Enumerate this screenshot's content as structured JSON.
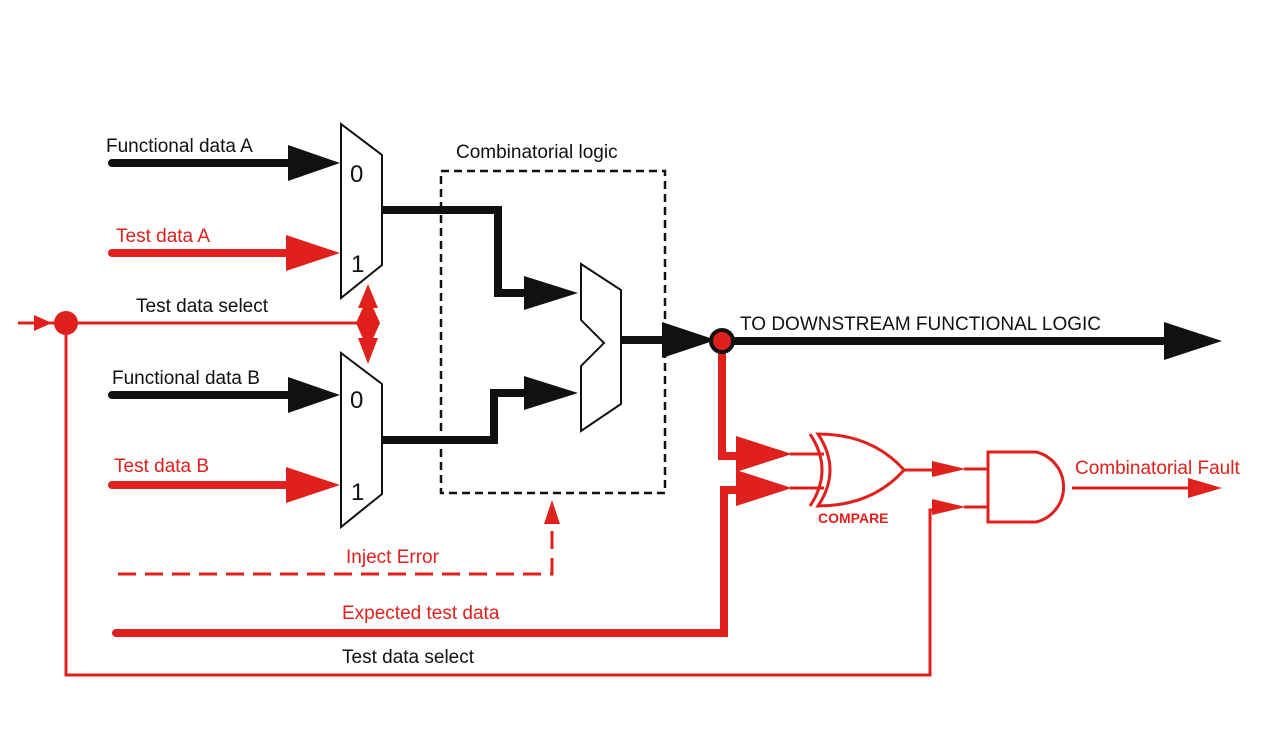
{
  "colors": {
    "functional": "#111111",
    "test": "#e0201c",
    "background": "#ffffff"
  },
  "labels": {
    "functional_data_a": "Functional data A",
    "test_data_a": "Test data A",
    "test_data_select_top": "Test data select",
    "functional_data_b": "Functional data B",
    "test_data_b": "Test data B",
    "combinatorial_logic": "Combinatorial logic",
    "downstream": "TO DOWNSTREAM FUNCTIONAL LOGIC",
    "combinatorial_fault": "Combinatorial Fault",
    "compare": "COMPARE",
    "inject_error": "Inject Error",
    "expected_test_data": "Expected test data",
    "test_data_select_bottom": "Test data select"
  },
  "mux_inputs": {
    "a_top": "0",
    "a_bottom": "1",
    "b_top": "0",
    "b_bottom": "1"
  }
}
